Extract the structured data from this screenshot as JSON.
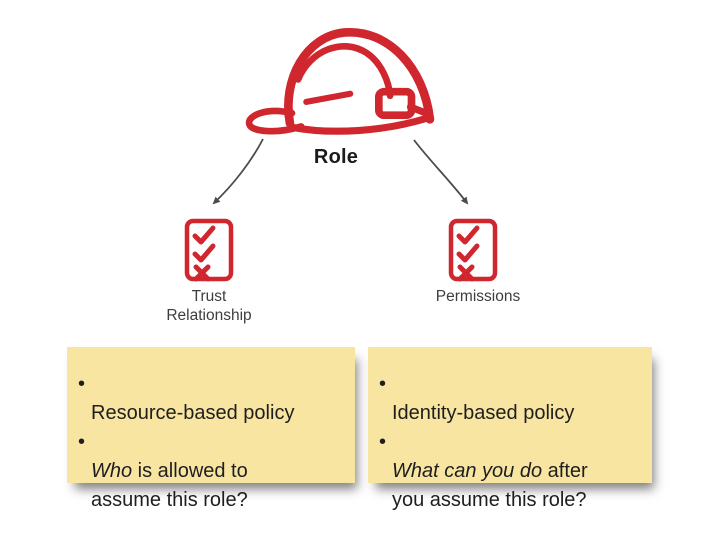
{
  "colors": {
    "accent_red": "#d0262e",
    "note_background": "#f9e5a2",
    "connector_gray": "#4c4c4c",
    "branch_label_gray": "#3e3e3e",
    "note_text": "#1e1e1e"
  },
  "role": {
    "label": "Role"
  },
  "icons": {
    "hard_hat": "hard-hat-icon",
    "checklist": "checklist-icon",
    "arrow": "curved-arrow"
  },
  "branches": [
    {
      "label": "Trust\nRelationship"
    },
    {
      "label": "Permissions"
    }
  ],
  "notes": [
    {
      "bullets": [
        {
          "segments": [
            {
              "text": "Resource-based policy",
              "italic": false
            }
          ]
        },
        {
          "segments": [
            {
              "text": "Who",
              "italic": true
            },
            {
              "text": " is allowed to\nassume this role?",
              "italic": false
            }
          ]
        }
      ]
    },
    {
      "bullets": [
        {
          "segments": [
            {
              "text": "Identity-based policy",
              "italic": false
            }
          ]
        },
        {
          "segments": [
            {
              "text": "What can you do",
              "italic": true
            },
            {
              "text": " after\nyou assume this role?",
              "italic": false
            }
          ]
        }
      ]
    }
  ]
}
